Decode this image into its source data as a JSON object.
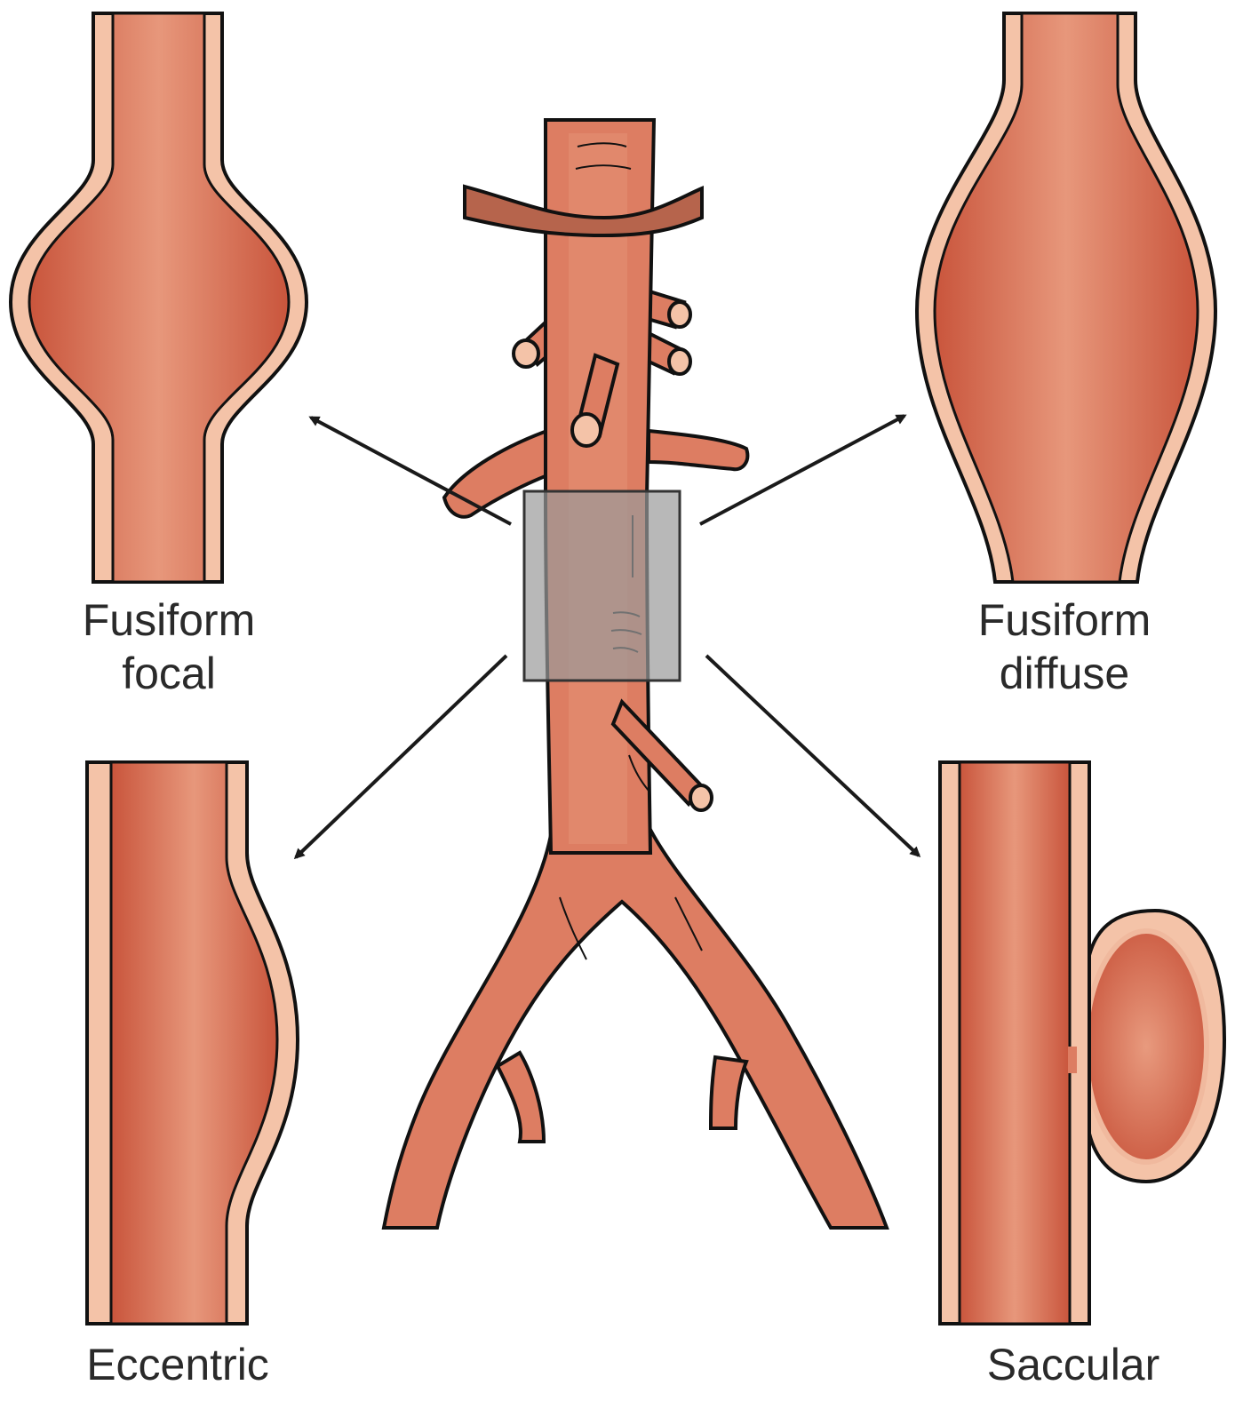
{
  "labels": {
    "fusiform_focal": {
      "line1": "Fusiform",
      "line2": "focal"
    },
    "fusiform_diffuse": {
      "line1": "Fusiform",
      "line2": "diffuse"
    },
    "eccentric": {
      "line1": "Eccentric"
    },
    "saccular": {
      "line1": "Saccular"
    }
  },
  "colors": {
    "vessel_fill": "#dd7d62",
    "vessel_shade": "#c9553c",
    "wall": "#f4c3a8",
    "outline": "#111111",
    "highlight_box": "#9a9a9a",
    "arrow": "#1a1a1a"
  }
}
